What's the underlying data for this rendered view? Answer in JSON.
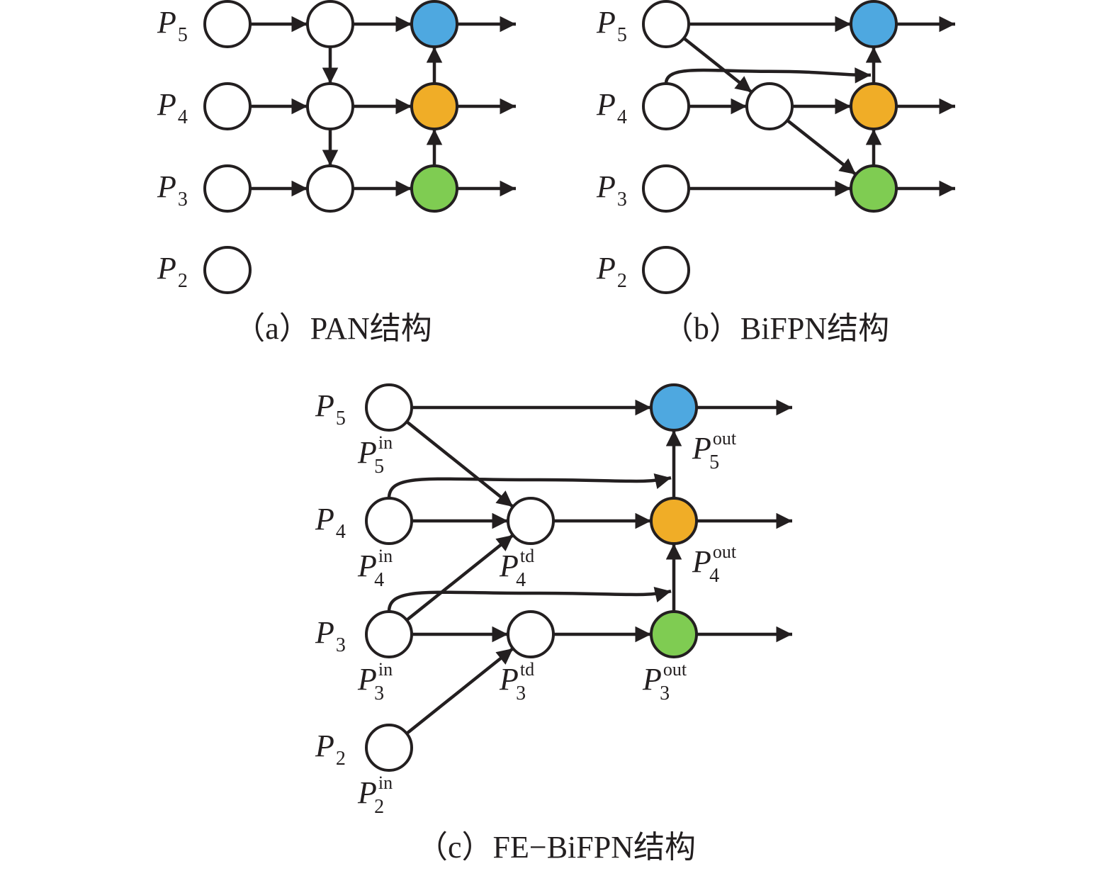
{
  "colors": {
    "stroke": "#231f20",
    "node_fill": "#ffffff",
    "blue": "#4ea8e0",
    "orange": "#f0ad27",
    "green": "#7fcc52"
  },
  "level_base": "P",
  "levels": [
    "5",
    "4",
    "3",
    "2"
  ],
  "panels": {
    "a": {
      "caption": "（a）PAN结构",
      "nodes": [
        {
          "id": "a_in5",
          "col": 0,
          "row": 0,
          "fill": "white"
        },
        {
          "id": "a_in4",
          "col": 0,
          "row": 1,
          "fill": "white"
        },
        {
          "id": "a_in3",
          "col": 0,
          "row": 2,
          "fill": "white"
        },
        {
          "id": "a_in2",
          "col": 0,
          "row": 3,
          "fill": "white"
        },
        {
          "id": "a_m5",
          "col": 1,
          "row": 0,
          "fill": "white"
        },
        {
          "id": "a_m4",
          "col": 1,
          "row": 1,
          "fill": "white"
        },
        {
          "id": "a_m3",
          "col": 1,
          "row": 2,
          "fill": "white"
        },
        {
          "id": "a_o5",
          "col": 2,
          "row": 0,
          "fill": "blue"
        },
        {
          "id": "a_o4",
          "col": 2,
          "row": 1,
          "fill": "orange"
        },
        {
          "id": "a_o3",
          "col": 2,
          "row": 2,
          "fill": "green"
        }
      ],
      "edges": [
        [
          "a_in5",
          "a_m5"
        ],
        [
          "a_in4",
          "a_m4"
        ],
        [
          "a_in3",
          "a_m3"
        ],
        [
          "a_m5",
          "a_m4"
        ],
        [
          "a_m4",
          "a_m3"
        ],
        [
          "a_m5",
          "a_o5"
        ],
        [
          "a_m4",
          "a_o4"
        ],
        [
          "a_m3",
          "a_o3"
        ],
        [
          "a_o3",
          "a_o4"
        ],
        [
          "a_o4",
          "a_o5"
        ]
      ],
      "outputs": [
        "a_o5",
        "a_o4",
        "a_o3"
      ]
    },
    "b": {
      "caption": "（b）BiFPN结构",
      "nodes": [
        {
          "id": "b_in5",
          "col": 0,
          "row": 0,
          "fill": "white"
        },
        {
          "id": "b_in4",
          "col": 0,
          "row": 1,
          "fill": "white"
        },
        {
          "id": "b_in3",
          "col": 0,
          "row": 2,
          "fill": "white"
        },
        {
          "id": "b_in2",
          "col": 0,
          "row": 3,
          "fill": "white"
        },
        {
          "id": "b_m4",
          "col": 1,
          "row": 1,
          "fill": "white"
        },
        {
          "id": "b_o5",
          "col": 2,
          "row": 0,
          "fill": "blue"
        },
        {
          "id": "b_o4",
          "col": 2,
          "row": 1,
          "fill": "orange"
        },
        {
          "id": "b_o3",
          "col": 2,
          "row": 2,
          "fill": "green"
        }
      ],
      "edges": [
        [
          "b_in5",
          "b_o5"
        ],
        [
          "b_in5",
          "b_m4"
        ],
        [
          "b_in4",
          "b_m4"
        ],
        [
          "b_m4",
          "b_o4"
        ],
        [
          "b_m4",
          "b_o3"
        ],
        [
          "b_in3",
          "b_o3"
        ],
        [
          "b_o3",
          "b_o4"
        ],
        [
          "b_o4",
          "b_o5"
        ]
      ],
      "skip_edges": [
        [
          "b_in4",
          "b_o5"
        ]
      ],
      "outputs": [
        "b_o5",
        "b_o4",
        "b_o3"
      ]
    },
    "c": {
      "caption": "（c）FE−BiFPN结构",
      "nodes": [
        {
          "id": "c_in5",
          "col": 0,
          "row": 0,
          "fill": "white",
          "sup": "in",
          "sub": "5"
        },
        {
          "id": "c_in4",
          "col": 0,
          "row": 1,
          "fill": "white",
          "sup": "in",
          "sub": "4"
        },
        {
          "id": "c_in3",
          "col": 0,
          "row": 2,
          "fill": "white",
          "sup": "in",
          "sub": "3"
        },
        {
          "id": "c_in2",
          "col": 0,
          "row": 3,
          "fill": "white",
          "sup": "in",
          "sub": "2"
        },
        {
          "id": "c_td4",
          "col": 1,
          "row": 1,
          "fill": "white",
          "sup": "td",
          "sub": "4"
        },
        {
          "id": "c_td3",
          "col": 1,
          "row": 2,
          "fill": "white",
          "sup": "td",
          "sub": "3"
        },
        {
          "id": "c_o5",
          "col": 2,
          "row": 0,
          "fill": "blue",
          "sup": "out",
          "sub": "5"
        },
        {
          "id": "c_o4",
          "col": 2,
          "row": 1,
          "fill": "orange",
          "sup": "out",
          "sub": "4"
        },
        {
          "id": "c_o3",
          "col": 2,
          "row": 2,
          "fill": "green",
          "sup": "out",
          "sub": "3"
        }
      ],
      "edges": [
        [
          "c_in5",
          "c_o5"
        ],
        [
          "c_in5",
          "c_td4"
        ],
        [
          "c_in4",
          "c_td4"
        ],
        [
          "c_in3",
          "c_td4"
        ],
        [
          "c_in3",
          "c_td3"
        ],
        [
          "c_in2",
          "c_td3"
        ],
        [
          "c_td4",
          "c_o4"
        ],
        [
          "c_td3",
          "c_o3"
        ],
        [
          "c_o3",
          "c_o4"
        ],
        [
          "c_o4",
          "c_o5"
        ]
      ],
      "skip_edges": [
        [
          "c_in4",
          "c_o5"
        ],
        [
          "c_in3",
          "c_o4"
        ]
      ],
      "outputs": [
        "c_o5",
        "c_o4",
        "c_o3"
      ]
    }
  }
}
